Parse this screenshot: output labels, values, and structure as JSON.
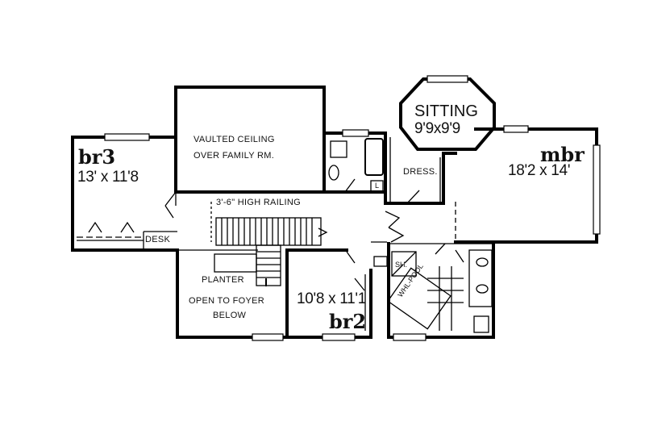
{
  "rooms": {
    "sitting": {
      "name": "SITTING",
      "dims": "9'9x9'9"
    },
    "mbr": {
      "name": "mbr",
      "dims": "18'2 x 14'"
    },
    "br3": {
      "name": "br3",
      "dims": "13' x 11'8"
    },
    "br2": {
      "name": "br2",
      "dims": "10'8 x 11'1"
    }
  },
  "labels": {
    "vaulted_line1": "VAULTED CEILING",
    "vaulted_line2": "OVER FAMILY RM.",
    "railing": "3'-6\" HIGH RAILING",
    "dress": "DRESS.",
    "desk": "DESK",
    "planter": "PLANTER",
    "foyer_line1": "OPEN TO FOYER",
    "foyer_line2": "BELOW",
    "shower": "SH.",
    "whirlpool": "WHL-POOL",
    "linen": "L"
  }
}
